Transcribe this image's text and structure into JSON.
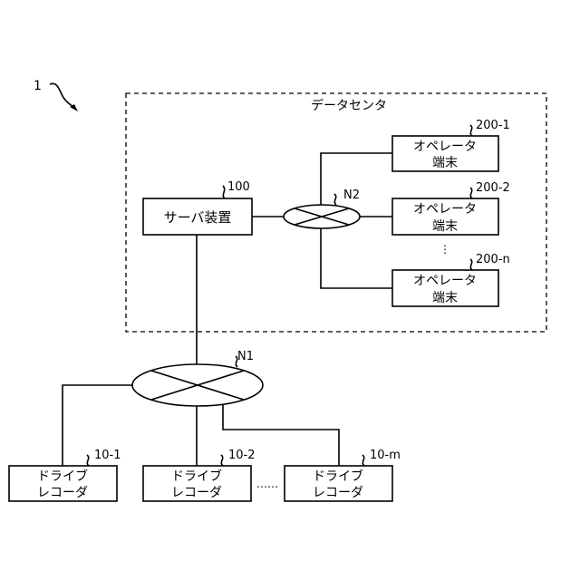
{
  "figure_ref": "1",
  "datacenter": {
    "label": "データセンタ"
  },
  "server": {
    "label": "サーバ装置",
    "ref": "100"
  },
  "networks": {
    "n1": {
      "ref": "N1"
    },
    "n2": {
      "ref": "N2"
    }
  },
  "operators": [
    {
      "line1": "オペレータ",
      "line2": "端末",
      "ref": "200-1"
    },
    {
      "line1": "オペレータ",
      "line2": "端末",
      "ref": "200-2"
    },
    {
      "line1": "オペレータ",
      "line2": "端末",
      "ref": "200-n"
    }
  ],
  "operator_ellipsis": "⋮",
  "recorders": [
    {
      "line1": "ドライブ",
      "line2": "レコーダ",
      "ref": "10-1"
    },
    {
      "line1": "ドライブ",
      "line2": "レコーダ",
      "ref": "10-2"
    },
    {
      "line1": "ドライブ",
      "line2": "レコーダ",
      "ref": "10-m"
    }
  ],
  "recorder_ellipsis": "……"
}
